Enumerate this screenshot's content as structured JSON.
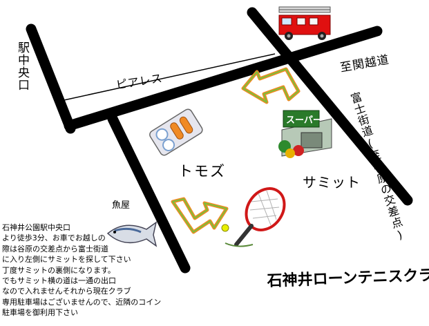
{
  "map": {
    "station_exit": "駅中央口",
    "piaress_street": "ピアレス",
    "shikan_avenue": "至関越道",
    "fuji_highway": "富士街道(至谷原の交差点)",
    "tomoz_store": "トモズ",
    "summit_store": "サミット",
    "supermarket_sign": "スーパー",
    "fish_shop": "魚屋",
    "club_name": "石神井ローンテニスクラブ",
    "directions": [
      "石神井公園駅中央口",
      "より徒歩3分、お車でお越しの",
      "際は谷原の交差点から富士街道",
      "に入り左側にサミットを探して下さい",
      "丁度サミットの裏側になります。",
      "でもサミット横の道は一通の出口",
      "なので入れませんそれから現在クラブ",
      "専用駐車場はございませんので、近隣のコイン",
      "駐車場を御利用下さい"
    ],
    "colors": {
      "road": "#000000",
      "arrow_fill": "#ffffff",
      "arrow_outer": "#f08a24",
      "arrow_inner": "#7bbf3a",
      "fire_truck": "#e01010",
      "summit_green": "#2a7a2a"
    }
  }
}
